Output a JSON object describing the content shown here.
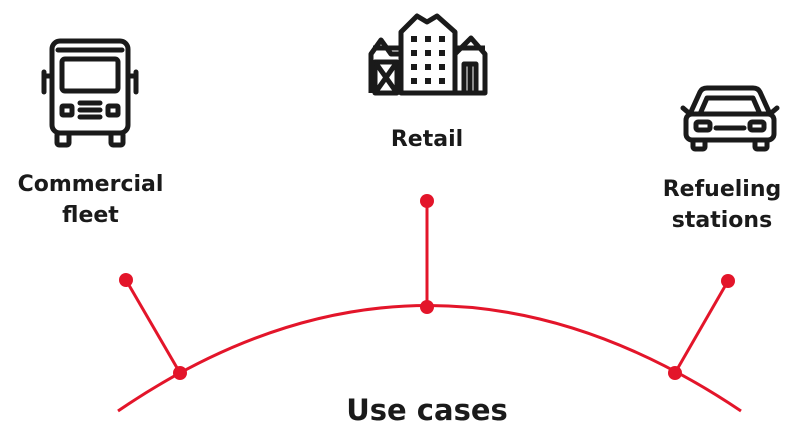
{
  "title": "Use cases",
  "items": [
    {
      "label_lines": [
        "Commercial",
        "fleet"
      ],
      "icon": "truck-icon"
    },
    {
      "label_lines": [
        "Retail"
      ],
      "icon": "buildings-icon"
    },
    {
      "label_lines": [
        "Refueling",
        "stations"
      ],
      "icon": "car-icon"
    }
  ],
  "colors": {
    "accent": "#e3152a",
    "text": "#1a1a1a"
  }
}
